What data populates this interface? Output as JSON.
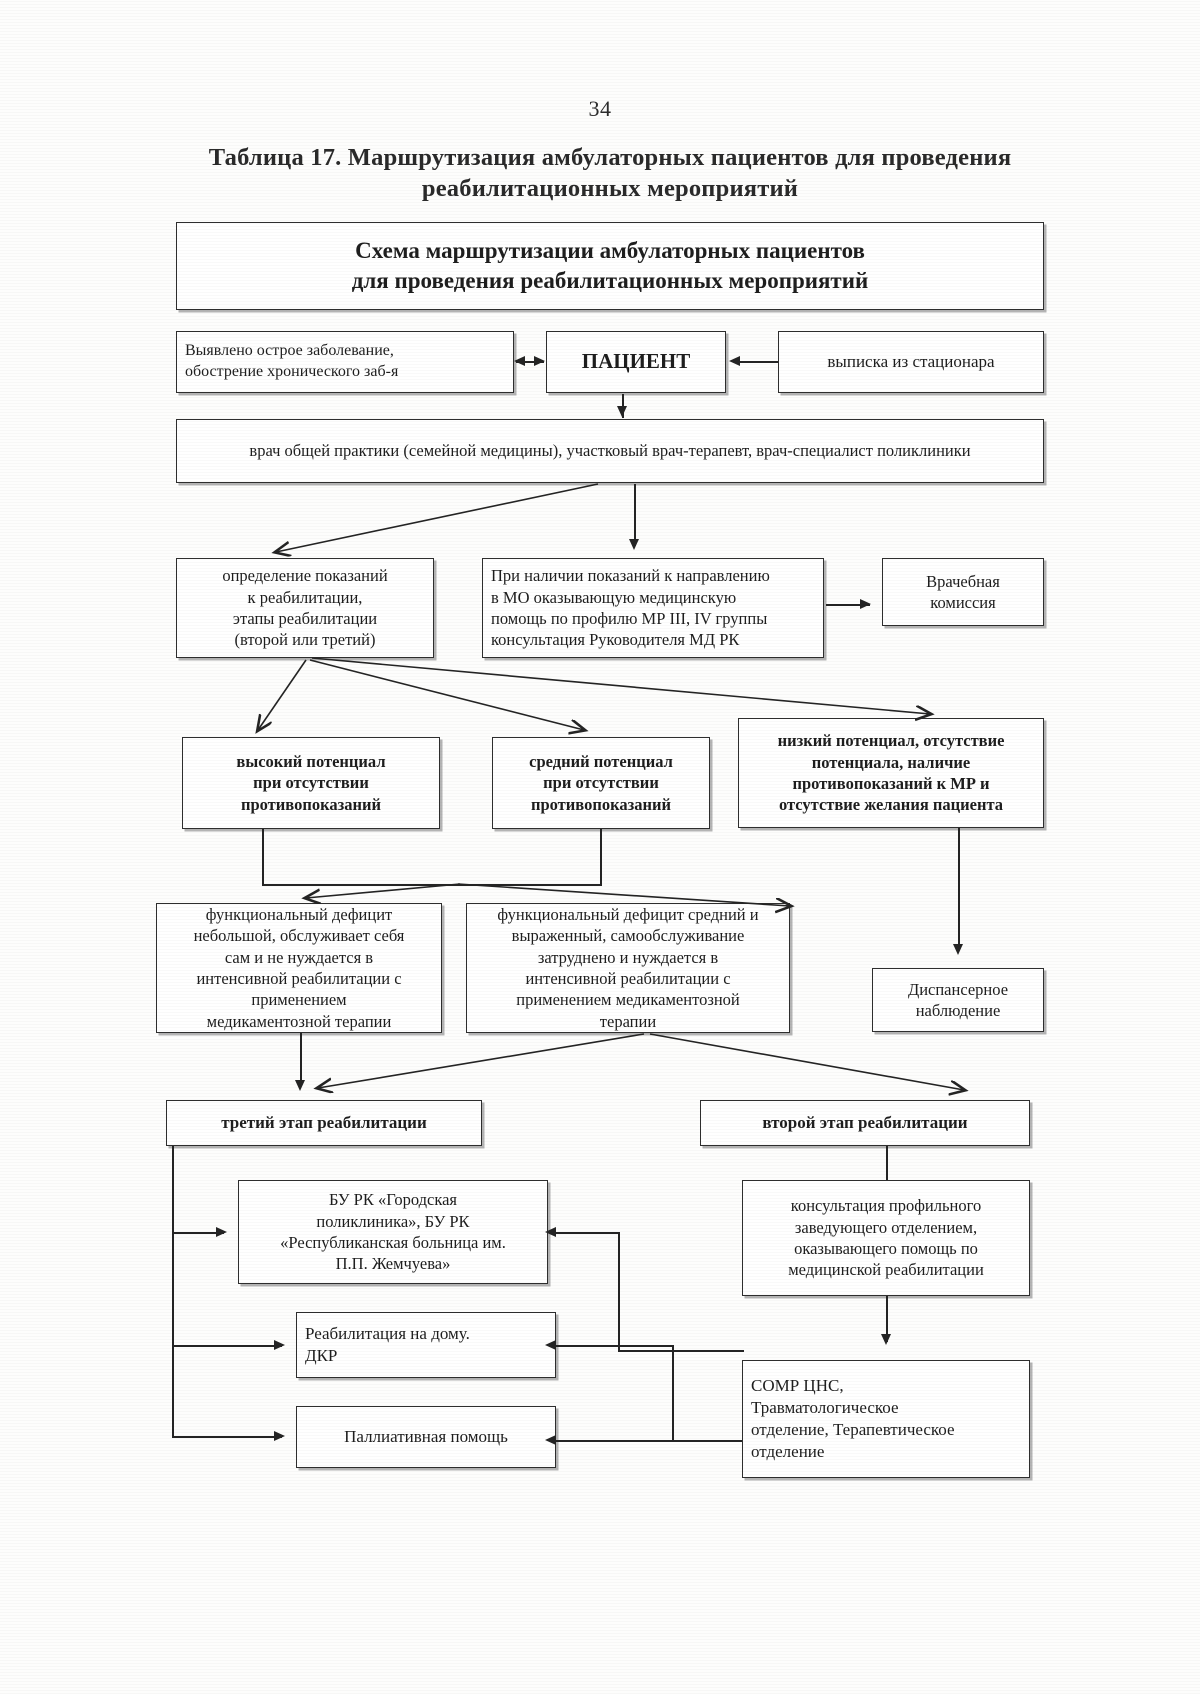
{
  "page": {
    "number": "34",
    "title": "Таблица 17. Маршрутизация амбулаторных пациентов для проведения реабилитационных мероприятий"
  },
  "diagram": {
    "header": "Схема маршрутизации амбулаторных пациентов\nдля проведения реабилитационных мероприятий",
    "nodes": {
      "acute_disease": "Выявлено острое заболевание,\nобострение хронического заб-я",
      "patient": "ПАЦИЕНТ",
      "hospital_discharge": "выписка из стационара",
      "gp_doctor": "врач общей практики (семейной медицины), участковый врач-терапевт, врач-специалист поликлиники",
      "indications": "определение показаний\nк реабилитации,\nэтапы реабилитации\n(второй или третий)",
      "referral": "При наличии показаний к направлению\nв МО оказывающую медицинскую\nпомощь по профилю МР III, IV группы\nконсультация Руководителя МД РК",
      "medical_commission": "Врачебная\nкомиссия",
      "high_potential": "высокий потенциал\nпри отсутствии\nпротивопоказаний",
      "medium_potential": "средний потенциал\nпри отсутствии\nпротивопоказаний",
      "low_potential": "низкий потенциал, отсутствие\nпотенциала, наличие\nпротивопоказаний к МР и\nотсутствие желания пациента",
      "deficit_small": "функциональный дефицит\nнебольшой, обслуживает себя\nсам и не нуждается в\nинтенсивной реабилитации с\nприменением\nмедикаментозной терапии",
      "deficit_large": "функциональный дефицит средний и\nвыраженный, самообслуживание\nзатруднено и нуждается в\nинтенсивной реабилитации с\nприменением медикаментозной\nтерапии",
      "dispensary": "Диспансерное\nнаблюдение",
      "stage_three": "третий этап реабилитации",
      "stage_two": "второй этап реабилитации",
      "clinics": "БУ РК «Городская\nполиклиника», БУ РК\n«Республиканская больница им.\nП.П. Жемчуева»",
      "home_rehab": "Реабилитация на дому.\nДКР",
      "palliative": "Паллиативная помощь",
      "profile_consult": "консультация профильного\nзаведующего отделением,\nоказывающего помощь по\nмедицинской реабилитации",
      "somr": "СОМР ЦНС,\nТравматологическое\nотделение, Терапевтическое\nотделение"
    }
  }
}
